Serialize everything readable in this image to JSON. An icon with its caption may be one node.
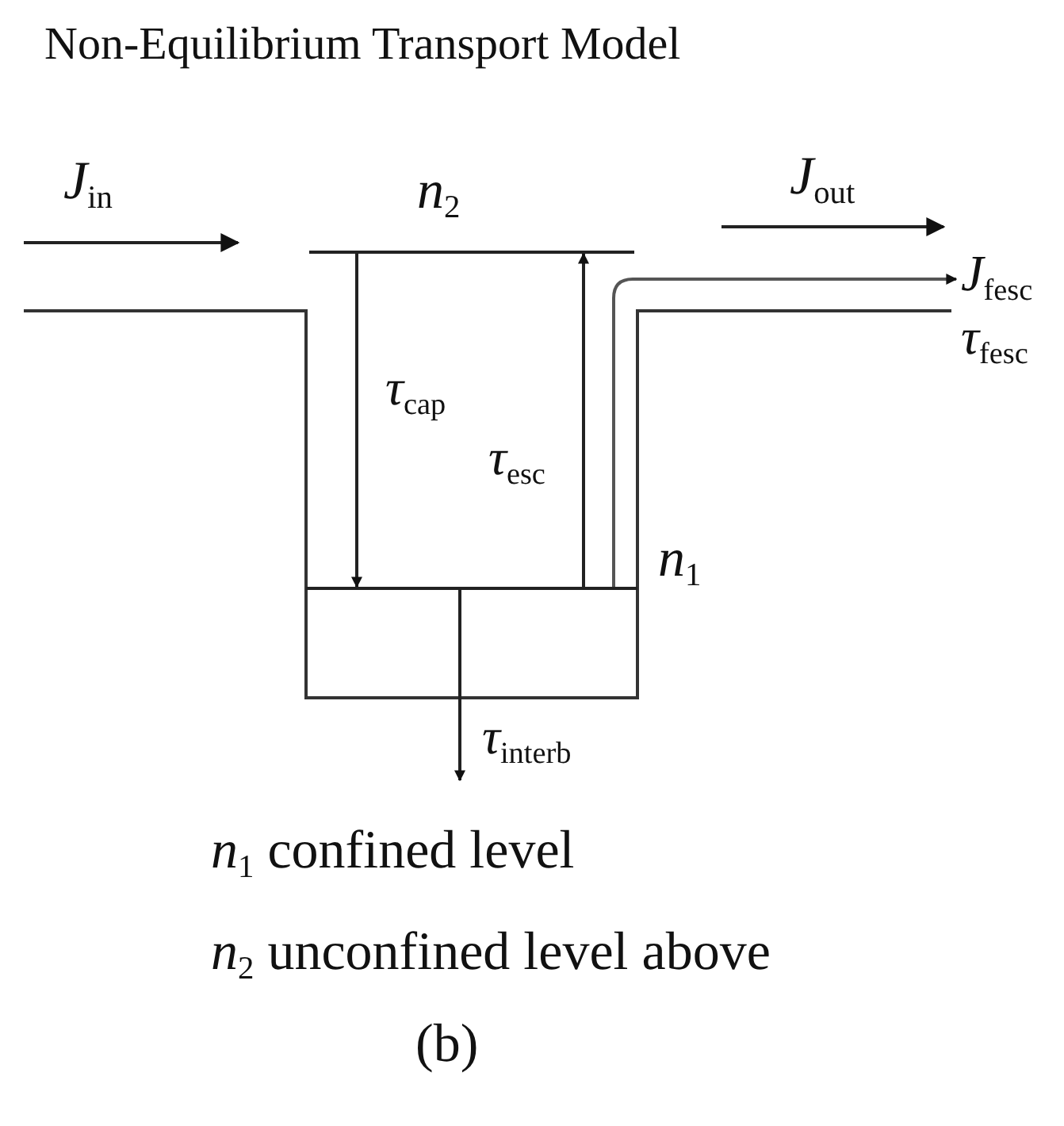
{
  "diagram": {
    "title": "Non-Equilibrium Transport Model",
    "caption": "(b)",
    "nodes": [
      {
        "text": [
          "*n*$_{2}$"
        ]
      },
      {
        "text": [
          "*n*$_{1}$"
        ]
      }
    ],
    "edges": [
      {
        "from": 0,
        "to": 1,
        "arrow": "to",
        "label": "*τ*$_{cap}$"
      },
      {
        "from": 1,
        "to": 0,
        "arrow": "to",
        "label": "*τ*$_{esc}$"
      },
      {
        "from": 1,
        "to": null,
        "arrow": "to",
        "label": "*J*$_{fesc}$"
      },
      {
        "from": 1,
        "to": null,
        "arrow": "to",
        "label": "*τ*$_{interb}$"
      }
    ],
    "labels": [
      "*J*$_{in}$",
      "*J*$_{out}$",
      "*τ*$_{fesc}$",
      "*n*$_{1}$ confined level",
      "*n*$_{2}$ unconfined level above"
    ]
  }
}
